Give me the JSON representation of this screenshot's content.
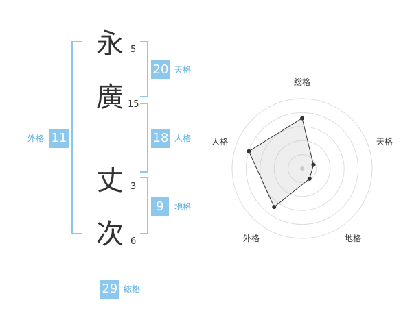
{
  "name_chars": [
    {
      "char": "永",
      "strokes": "5"
    },
    {
      "char": "廣",
      "strokes": "15"
    },
    {
      "char": "丈",
      "strokes": "3"
    },
    {
      "char": "次",
      "strokes": "6"
    }
  ],
  "kaku": {
    "tenkaku": {
      "value": "20",
      "label": "天格"
    },
    "jinkaku": {
      "value": "18",
      "label": "人格"
    },
    "chikaku": {
      "value": "9",
      "label": "地格"
    },
    "gaikaku": {
      "value": "11",
      "label": "外格"
    },
    "soukaku": {
      "value": "29",
      "label": "総格"
    }
  },
  "colors": {
    "accent": "#8cc8ee",
    "label": "#5aaee0",
    "text": "#333333"
  },
  "chart_data": {
    "type": "radar",
    "axes": [
      "総格",
      "天格",
      "地格",
      "外格",
      "人格"
    ],
    "values": [
      0.72,
      0.17,
      0.18,
      0.68,
      0.8
    ],
    "rings": 5
  }
}
